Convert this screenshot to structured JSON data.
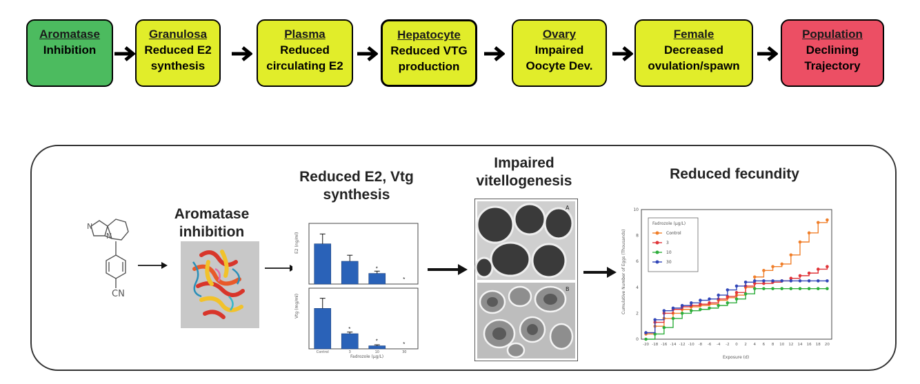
{
  "pathway": [
    {
      "head": "Aromatase",
      "lines": [
        "Inhibition"
      ],
      "color": "#4cbb5f"
    },
    {
      "head": "Granulosa",
      "lines": [
        "Reduced E2",
        "synthesis"
      ],
      "color": "#e1ed2a"
    },
    {
      "head": "Plasma",
      "lines": [
        "Reduced",
        "circulating E2"
      ],
      "color": "#e1ed2a"
    },
    {
      "head": "Hepatocyte",
      "lines": [
        "Reduced VTG",
        "production"
      ],
      "color": "#e1ed2a"
    },
    {
      "head": "Ovary",
      "lines": [
        "Impaired",
        "Oocyte Dev."
      ],
      "color": "#e1ed2a"
    },
    {
      "head": "Female",
      "lines": [
        "Decreased",
        "ovulation/spawn"
      ],
      "color": "#e1ed2a"
    },
    {
      "head": "Population",
      "lines": [
        "Declining",
        "Trajectory"
      ],
      "color": "#ec4f64"
    }
  ],
  "panel": {
    "molecule_label": "CN",
    "aromatase_title": [
      "Aromatase",
      "inhibition"
    ],
    "e2_title": [
      "Reduced E2, Vtg",
      "synthesis"
    ],
    "vitello_title": [
      "Impaired",
      "vitellogenesis"
    ],
    "fecundity_title": "Reduced fecundity"
  },
  "chart_data": [
    {
      "type": "bar",
      "categories": [
        "Control",
        "3",
        "10",
        "30"
      ],
      "values": [
        5.3,
        3.0,
        1.4,
        0.0
      ],
      "errors": [
        1.3,
        0.8,
        0.3,
        0.0
      ],
      "significance": [
        "",
        "",
        "*",
        "*"
      ],
      "ylim": [
        0,
        8
      ],
      "color": "#2a62b8"
    },
    {
      "type": "bar",
      "categories": [
        "Control",
        "3",
        "10",
        "30"
      ],
      "values": [
        20,
        7.5,
        1.5,
        0.0
      ],
      "errors": [
        5,
        0.8,
        0.5,
        0.0
      ],
      "significance": [
        "",
        "*",
        "*",
        "*"
      ],
      "ylim": [
        0,
        30
      ],
      "color": "#2a62b8"
    },
    {
      "type": "line",
      "xlim": [
        -21,
        21
      ],
      "ylim": [
        0,
        10
      ],
      "x": [
        -20,
        -18,
        -16,
        -14,
        -12,
        -10,
        -8,
        -6,
        -4,
        -2,
        0,
        2,
        4,
        6,
        8,
        10,
        12,
        14,
        16,
        18,
        20
      ],
      "series": [
        {
          "name": "Control",
          "color": "#f07f2a",
          "values": [
            0.4,
            1.0,
            1.6,
            2.0,
            2.3,
            2.5,
            2.6,
            2.7,
            3.0,
            3.2,
            3.4,
            4.0,
            4.8,
            5.3,
            5.6,
            5.8,
            6.5,
            7.5,
            8.2,
            9.0,
            9.2
          ]
        },
        {
          "name": "3",
          "color": "#e03438",
          "values": [
            0.5,
            1.3,
            2.0,
            2.3,
            2.5,
            2.6,
            2.7,
            2.8,
            3.1,
            3.3,
            3.6,
            4.1,
            4.3,
            4.3,
            4.4,
            4.5,
            4.7,
            4.9,
            5.1,
            5.4,
            5.6
          ]
        },
        {
          "name": "10",
          "color": "#2dad3b",
          "values": [
            0.0,
            0.4,
            0.9,
            1.6,
            2.0,
            2.2,
            2.3,
            2.4,
            2.6,
            2.8,
            3.1,
            3.5,
            3.9,
            3.9,
            3.9,
            3.9,
            3.9,
            3.9,
            3.9,
            3.9,
            3.9
          ]
        },
        {
          "name": "30",
          "color": "#3146b8",
          "values": [
            0.5,
            1.5,
            2.2,
            2.4,
            2.6,
            2.8,
            3.0,
            3.1,
            3.4,
            3.8,
            4.1,
            4.4,
            4.5,
            4.5,
            4.5,
            4.5,
            4.5,
            4.5,
            4.5,
            4.5,
            4.5
          ]
        }
      ],
      "legend_title": "Fadrozole (µg/L)",
      "legend_position": "top-left",
      "ylabel": "Cumulative Number of Eggs (Thousands)",
      "xlabel": "Exposure (d)",
      "xticks": [
        "-20",
        "-18",
        "-16",
        "-14",
        "-12",
        "-10",
        "-8",
        "-6",
        "-4",
        "-2",
        "0",
        "2",
        "4",
        "6",
        "8",
        "10",
        "12",
        "14",
        "16",
        "18",
        "20"
      ],
      "yticks": [
        "0",
        "2",
        "4",
        "6",
        "8",
        "10"
      ]
    }
  ]
}
